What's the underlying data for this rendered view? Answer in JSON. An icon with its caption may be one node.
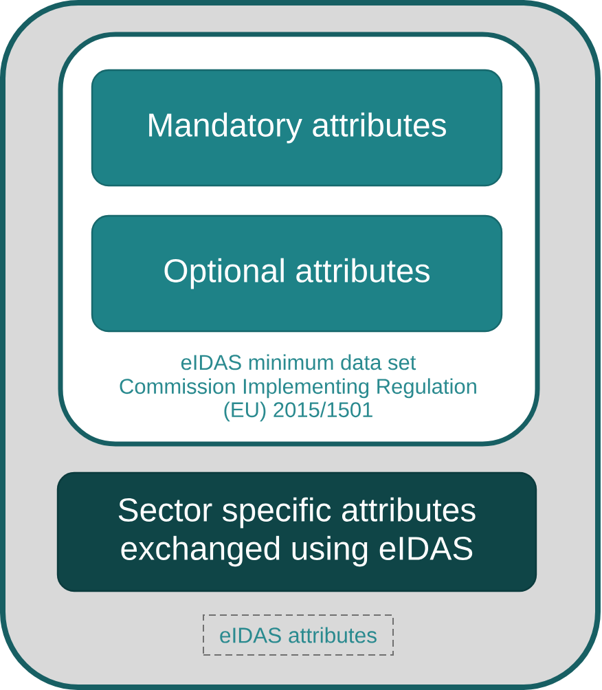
{
  "diagram": {
    "nodes": [
      {
        "text": [
          "eIDAS attributes"
        ]
      },
      {
        "text": [
          "eIDAS minimum data set",
          "Commission Implementing Regulation (EU) 2015/1501"
        ],
        "in": 0
      },
      {
        "text": [
          "Mandatory attributes"
        ],
        "in": 1
      },
      {
        "text": [
          "Optional attributes"
        ],
        "in": 1
      },
      {
        "text": [
          "Sector specific attributes exchanged using eIDAS"
        ],
        "in": 0
      }
    ]
  }
}
